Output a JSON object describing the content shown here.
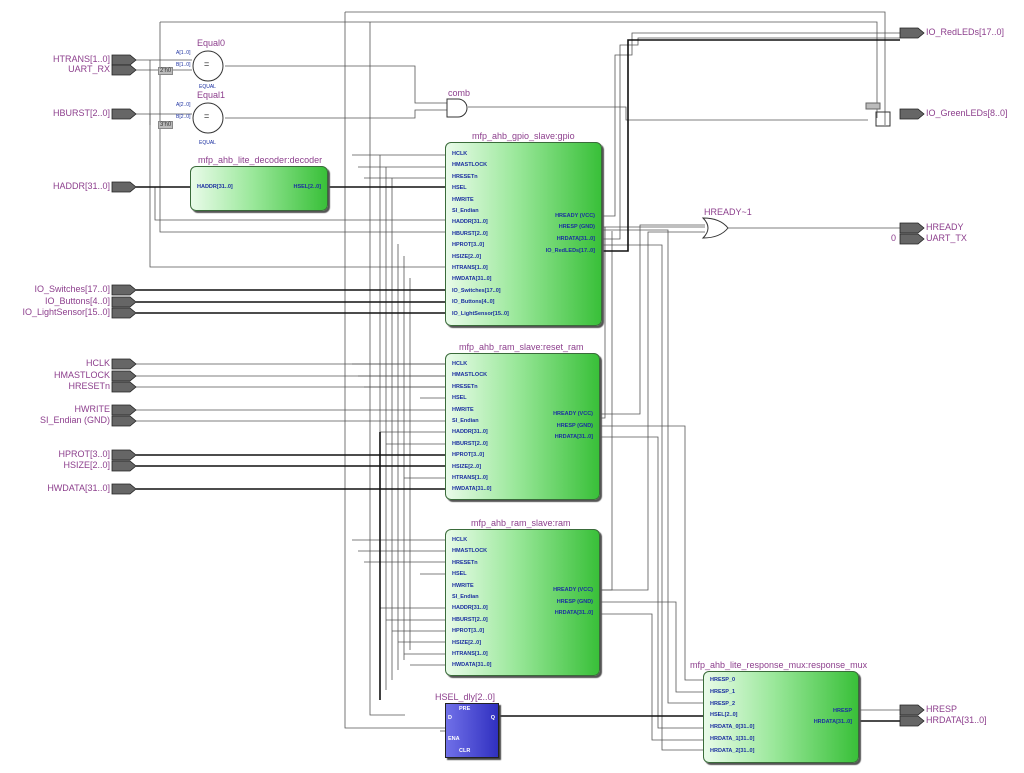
{
  "inputs": [
    "HTRANS[1..0]",
    "UART_RX",
    "HBURST[2..0]",
    "HADDR[31..0]",
    "IO_Switches[17..0]",
    "IO_Buttons[4..0]",
    "IO_LightSensor[15..0]",
    "HCLK",
    "HMASTLOCK",
    "HRESETn",
    "HWRITE",
    "SI_Endian (GND)",
    "HPROT[3..0]",
    "HSIZE[2..0]",
    "HWDATA[31..0]"
  ],
  "outputs": [
    "IO_RedLEDs[17..0]",
    "IO_GreenLEDs[8..0]",
    "HREADY",
    "UART_TX",
    "HRESP",
    "HRDATA[31..0]"
  ],
  "uart_tx_const": "0",
  "equal0": {
    "title": "Equal0",
    "a": "A[1..0]",
    "b": "B[1..0]",
    "sym": "=",
    "sub": "EQUAL",
    "const": "2'h0"
  },
  "equal1": {
    "title": "Equal1",
    "a": "A[2..0]",
    "b": "B[2..0]",
    "sym": "=",
    "sub": "EQUAL",
    "const": "3'h0"
  },
  "comb": "comb",
  "hready_gate": "HREADY~1",
  "decoder": {
    "title": "mfp_ahb_lite_decoder:decoder",
    "in": "HADDR[31..0]",
    "out": "HSEL[2..0]"
  },
  "gpio": {
    "title": "mfp_ahb_gpio_slave:gpio",
    "in": [
      "HCLK",
      "HMASTLOCK",
      "HRESETn",
      "HSEL",
      "HWRITE",
      "SI_Endian",
      "HADDR[31..0]",
      "HBURST[2..0]",
      "HPROT[3..0]",
      "HSIZE[2..0]",
      "HTRANS[1..0]",
      "HWDATA[31..0]",
      "IO_Switches[17..0]",
      "IO_Buttons[4..0]",
      "IO_LightSensor[15..0]"
    ],
    "out": [
      "HREADY (VCC)",
      "HRESP (GND)",
      "HRDATA[31..0]",
      "IO_RedLEDs[17..0]"
    ]
  },
  "reset_ram": {
    "title": "mfp_ahb_ram_slave:reset_ram",
    "in": [
      "HCLK",
      "HMASTLOCK",
      "HRESETn",
      "HSEL",
      "HWRITE",
      "SI_Endian",
      "HADDR[31..0]",
      "HBURST[2..0]",
      "HPROT[3..0]",
      "HSIZE[2..0]",
      "HTRANS[1..0]",
      "HWDATA[31..0]"
    ],
    "out": [
      "HREADY (VCC)",
      "HRESP (GND)",
      "HRDATA[31..0]"
    ]
  },
  "ram": {
    "title": "mfp_ahb_ram_slave:ram",
    "in": [
      "HCLK",
      "HMASTLOCK",
      "HRESETn",
      "HSEL",
      "HWRITE",
      "SI_Endian",
      "HADDR[31..0]",
      "HBURST[2..0]",
      "HPROT[3..0]",
      "HSIZE[2..0]",
      "HTRANS[1..0]",
      "HWDATA[31..0]"
    ],
    "out": [
      "HREADY (VCC)",
      "HRESP (GND)",
      "HRDATA[31..0]"
    ]
  },
  "mux": {
    "title": "mfp_ahb_lite_response_mux:response_mux",
    "in": [
      "HRESP_0",
      "HRESP_1",
      "HRESP_2",
      "HSEL[2..0]",
      "HRDATA_0[31..0]",
      "HRDATA_1[31..0]",
      "HRDATA_2[31..0]"
    ],
    "out": [
      "HRESP",
      "HRDATA[31..0]"
    ]
  },
  "flop": {
    "title": "HSEL_dly[2..0]",
    "ports": [
      "PRE",
      "D",
      "Q",
      "ENA",
      "CLR"
    ]
  }
}
